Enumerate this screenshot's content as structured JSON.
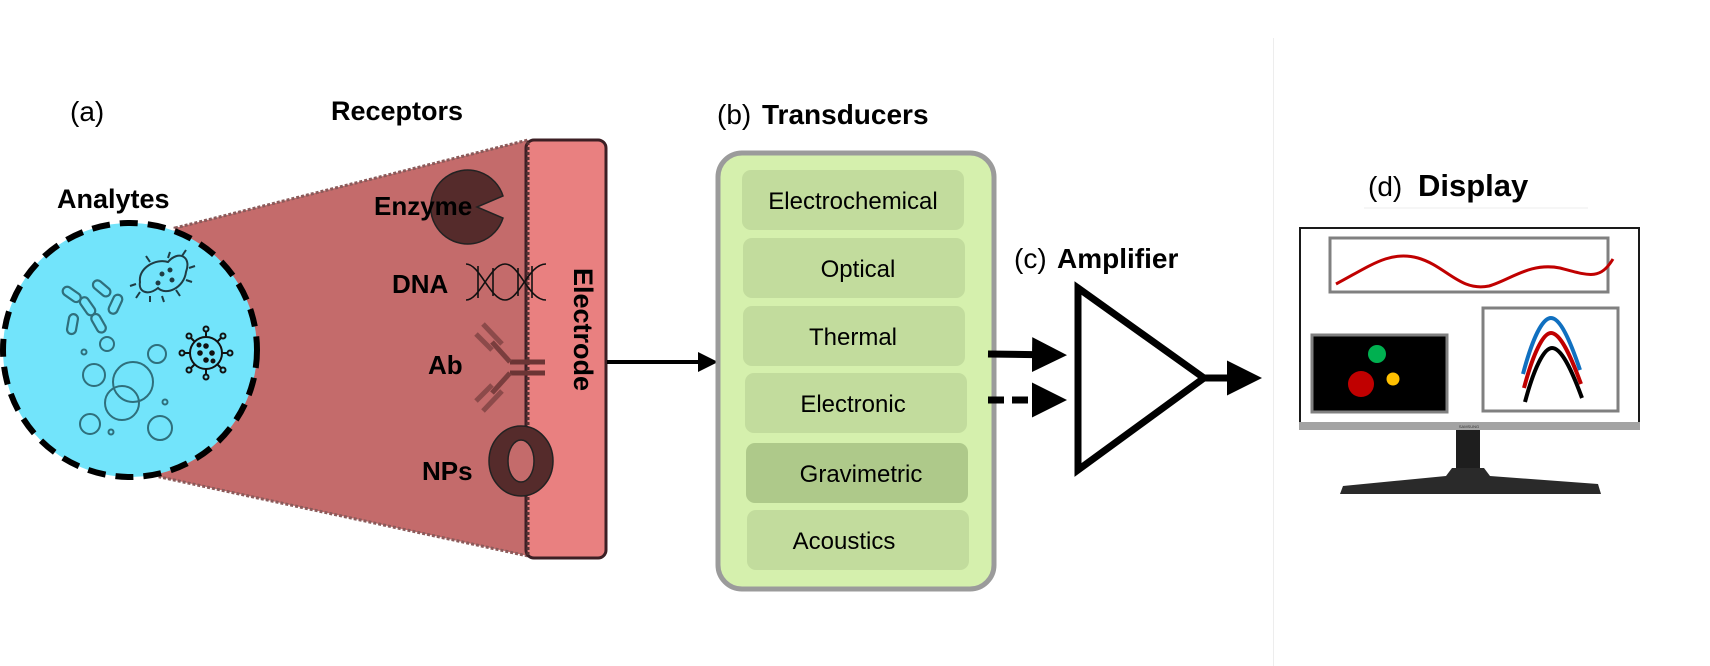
{
  "panels": {
    "a": {
      "tag": "(a)",
      "analytes_title": "Analytes",
      "receptors_title": "Receptors",
      "receptors": [
        "Enzyme",
        "DNA",
        "Ab",
        "NPs"
      ],
      "electrode_label": "Electrode"
    },
    "b": {
      "tag": "(b)",
      "title": "Transducers",
      "items": [
        "Electrochemical",
        "Optical",
        "Thermal",
        "Electronic",
        "Gravimetric",
        "Acoustics"
      ]
    },
    "c": {
      "tag": "(c)",
      "title": "Amplifier"
    },
    "d": {
      "tag": "(d)",
      "title": "Display",
      "monitor_brand": "SAMSUNG"
    }
  },
  "colors": {
    "analyte_fill": "#72e4fb",
    "receptor_fill": "#c46b6b",
    "electrode_fill": "#e98080",
    "receptor_icon": "#552b2b",
    "transducer_bg": "#d5f0ad",
    "transducer_item": "#c2dc9d",
    "transducer_item_dark": "#aec98a",
    "signal_red": "#c00000",
    "signal_blue": "#1070c0",
    "dot_green": "#00b050",
    "dot_red": "#c00000",
    "dot_yellow": "#ffc000"
  }
}
